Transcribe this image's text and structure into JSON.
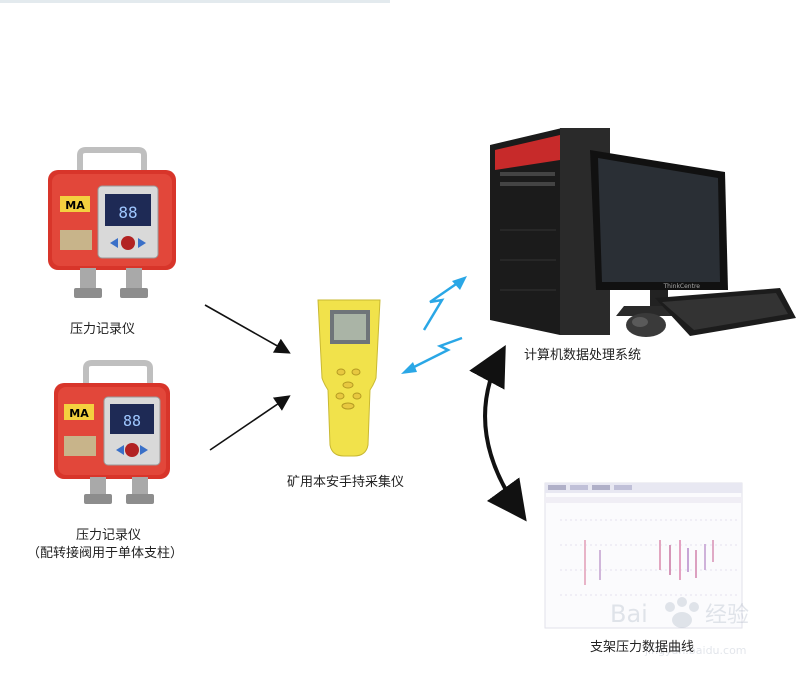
{
  "labels": {
    "recorder_1": "压力记录仪",
    "recorder_2": "压力记录仪",
    "recorder_2_note": "（配转接阀用于单体支柱）",
    "handheld": "矿用本安手持采集仪",
    "computer": "计算机数据处理系统",
    "curve": "支架压力数据曲线"
  },
  "device_markings": {
    "brand_mark": "MA",
    "display_digits": "88",
    "monitor_brand": "ThinkCentre"
  },
  "watermark": {
    "text": "Bai",
    "text2": "经验",
    "url": "jingyan.baidu.com"
  },
  "colors": {
    "recorder_red": "#d8352a",
    "handheld_yellow": "#f1e24b",
    "wireless_blue": "#2aa7e6",
    "arrow_black": "#111111"
  }
}
